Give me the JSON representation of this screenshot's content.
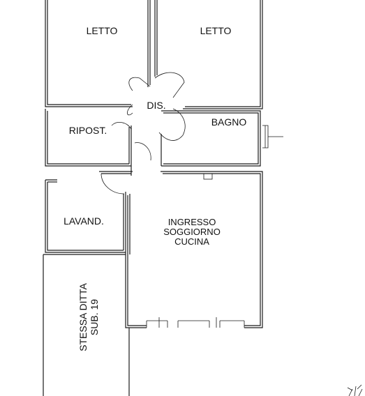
{
  "rooms": {
    "letto_1": "LETTO",
    "letto_2": "LETTO",
    "dis": "DIS.",
    "ripost": "RIPOST.",
    "bagno": "BAGNO",
    "lavand": "LAVAND.",
    "soggiorno": [
      "INGRESSO",
      "SOGGIORNO",
      "CUCINA"
    ],
    "stessa_ditta": [
      "STESSA DITTA",
      "SUB. 19"
    ]
  }
}
